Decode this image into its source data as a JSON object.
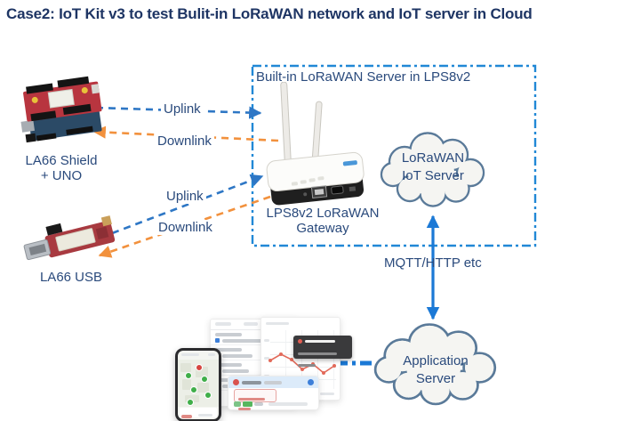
{
  "title": "Case2: IoT Kit v3 to test Bulit-in LoRaWAN network and IoT server in Cloud",
  "box": {
    "label": "Built-in LoRaWAN Server in LPS8v2"
  },
  "devices": {
    "shield": {
      "label_line1": "LA66 Shield",
      "label_line2": "+ UNO"
    },
    "usb": {
      "label": "LA66 USB"
    },
    "gateway": {
      "label_line1": "LPS8v2 LoRaWAN",
      "label_line2": "Gateway"
    }
  },
  "links": {
    "uplink1": "Uplink",
    "downlink1": "Downlink",
    "uplink2": "Uplink",
    "downlink2": "Downlink",
    "protocol": "MQTT/HTTP etc"
  },
  "clouds": {
    "lorawan": {
      "line1": "LoRaWAN",
      "line2": "IoT Server"
    },
    "application": {
      "line1": "Application",
      "line2": "Server"
    }
  },
  "colors": {
    "title": "#1e3564",
    "label": "#2a4a7c",
    "uplink": "#2e77c5",
    "downlink": "#f2913d",
    "box_border": "#2188d6",
    "connector": "#1b79d6",
    "cloud_border": "#5a7a99",
    "cloud_fill": "#f5f5f2"
  }
}
